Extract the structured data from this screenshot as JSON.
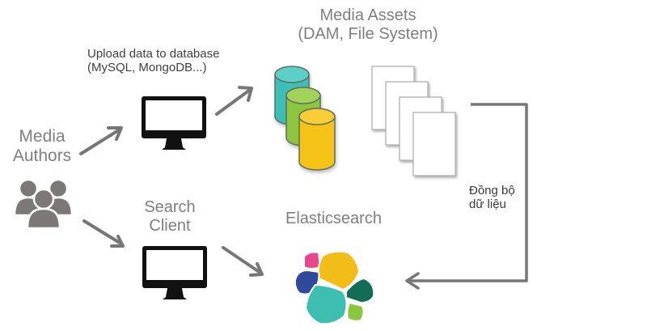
{
  "diagram": {
    "nodes": {
      "media_authors": {
        "label_line1": "Media",
        "label_line2": "Authors",
        "icon": "users-group-icon"
      },
      "upload_client": {
        "label_line1": "Upload data to database",
        "label_line2": "(MySQL, MongoDB...)",
        "icon": "monitor-icon"
      },
      "media_assets": {
        "label_line1": "Media Assets",
        "label_line2": "(DAM, File System)",
        "icons": [
          "database-stack-icon",
          "document-stack-icon"
        ]
      },
      "search_client": {
        "label_line1": "Search",
        "label_line2": "Client",
        "icon": "monitor-icon"
      },
      "elasticsearch": {
        "label": "Elasticsearch",
        "icon": "elasticsearch-logo-icon"
      }
    },
    "edges": [
      {
        "from": "media_authors",
        "to": "upload_client"
      },
      {
        "from": "upload_client",
        "to": "media_assets"
      },
      {
        "from": "media_authors",
        "to": "search_client"
      },
      {
        "from": "search_client",
        "to": "elasticsearch"
      },
      {
        "from": "media_assets",
        "to": "elasticsearch",
        "label_line1": "Đồng bộ",
        "label_line2": "dữ liệu"
      }
    ],
    "colors": {
      "text": "#7f7f7f",
      "sync_text": "#3a3a3a",
      "arrow": "#777777",
      "monitor": "#111111",
      "db_teal": "#3cbfb8",
      "db_green": "#8ec540",
      "db_yellow": "#f5c218",
      "es_yellow": "#f3bd19",
      "es_teal": "#3ebeb0",
      "es_navy": "#2e4a9c",
      "es_pink": "#e8478b",
      "es_darkgreen": "#116d56",
      "es_lime": "#8cc63f"
    }
  }
}
